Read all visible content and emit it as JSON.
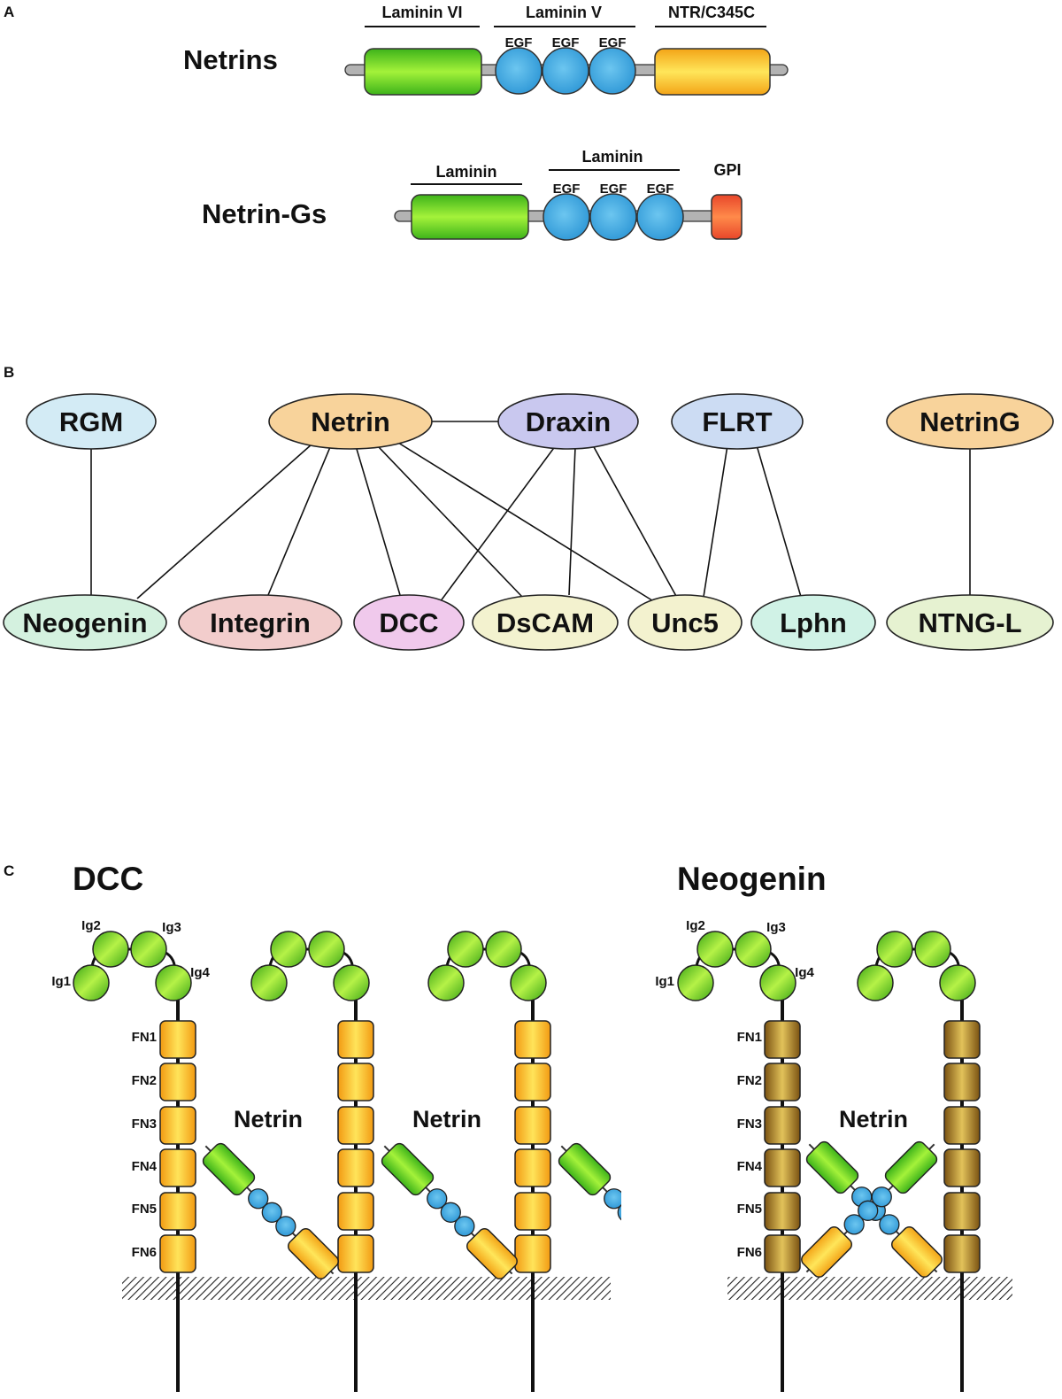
{
  "panel_a": {
    "label": "A",
    "netrins": {
      "name": "Netrins",
      "header_laminin_vi": "Laminin VI",
      "header_laminin_v": "Laminin V",
      "header_ntr": "NTR/C345C",
      "egf": [
        "EGF",
        "EGF",
        "EGF"
      ]
    },
    "netrin_gs": {
      "name": "Netrin-Gs",
      "header_laminin": "Laminin",
      "header_laminin_egf": "Laminin",
      "header_gpi": "GPI",
      "egf": [
        "EGF",
        "EGF",
        "EGF"
      ]
    }
  },
  "panel_b": {
    "label": "B",
    "ligands": [
      "RGM",
      "Netrin",
      "Draxin",
      "FLRT",
      "NetrinG"
    ],
    "receptors": [
      "Neogenin",
      "Integrin",
      "DCC",
      "DsCAM",
      "Unc5",
      "Lphn",
      "NTNG-L"
    ],
    "colors": {
      "RGM": "#d3ebf5",
      "Netrin": "#f8d39b",
      "Draxin": "#c9c8ef",
      "FLRT": "#ccdcf3",
      "NetrinG": "#f8d39b",
      "Neogenin": "#d4f1df",
      "Integrin": "#f2cdcc",
      "DCC": "#f0c9ec",
      "DsCAM": "#f3f2cf",
      "Unc5": "#f3f2cf",
      "Lphn": "#d0f2e6",
      "NTNG-L": "#e6f2d1"
    }
  },
  "panel_c": {
    "label": "C",
    "dcc_title": "DCC",
    "neogenin_title": "Neogenin",
    "ig_labels": [
      "Ig1",
      "Ig2",
      "Ig3",
      "Ig4"
    ],
    "fn_labels": [
      "FN1",
      "FN2",
      "FN3",
      "FN4",
      "FN5",
      "FN6"
    ],
    "netrin_label": "Netrin",
    "colors": {
      "ig_green": "#5fd41e",
      "fn_orange": "#f6b41a",
      "fn_brown": "#a8791c",
      "egf_blue": "#3aa8e0",
      "gpi_red": "#f05a2a"
    }
  }
}
